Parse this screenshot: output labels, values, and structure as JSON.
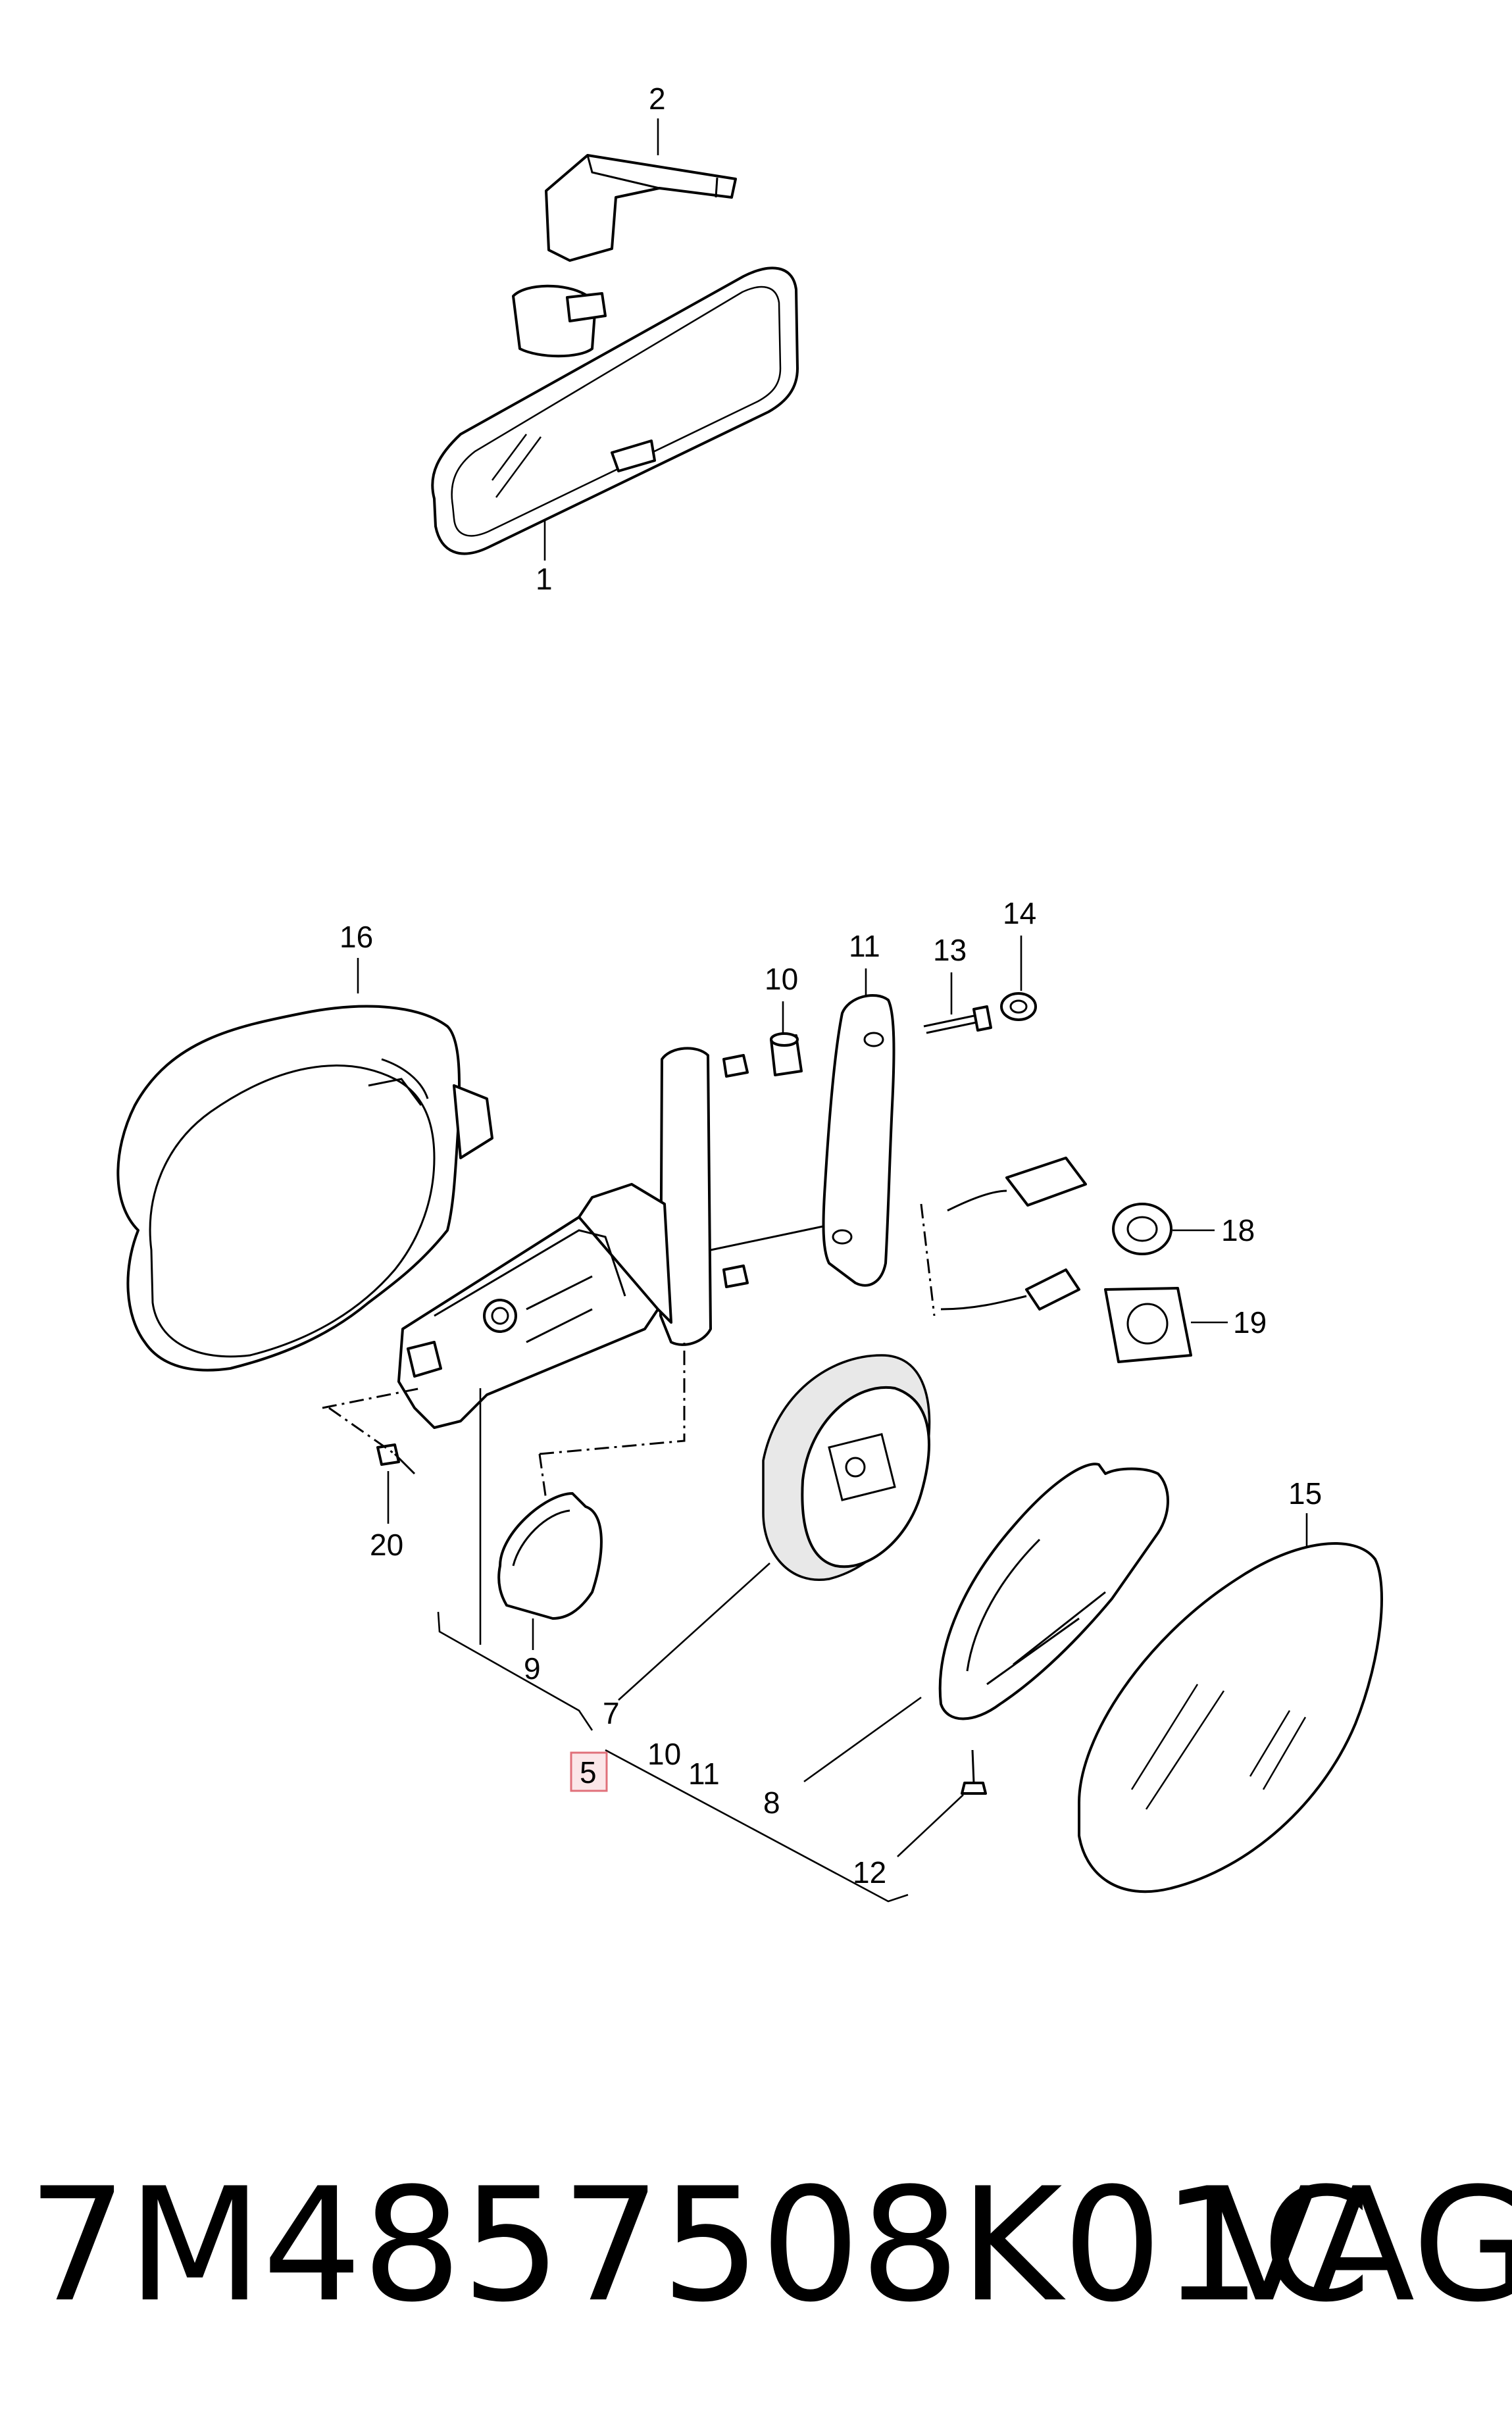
{
  "callouts": {
    "c1": "1",
    "c2": "2",
    "c5": "5",
    "c7": "7",
    "c8": "8",
    "c9": "9",
    "c10": "10",
    "c10b": "10",
    "c11": "11",
    "c11b": "11",
    "c12": "12",
    "c13": "13",
    "c14": "14",
    "c15": "15",
    "c16": "16",
    "c18": "18",
    "c19": "19",
    "c20": "20"
  },
  "highlight_color": "#e0707a",
  "footer": {
    "part_number": "7M4857508K01C",
    "brand": "VAG"
  }
}
